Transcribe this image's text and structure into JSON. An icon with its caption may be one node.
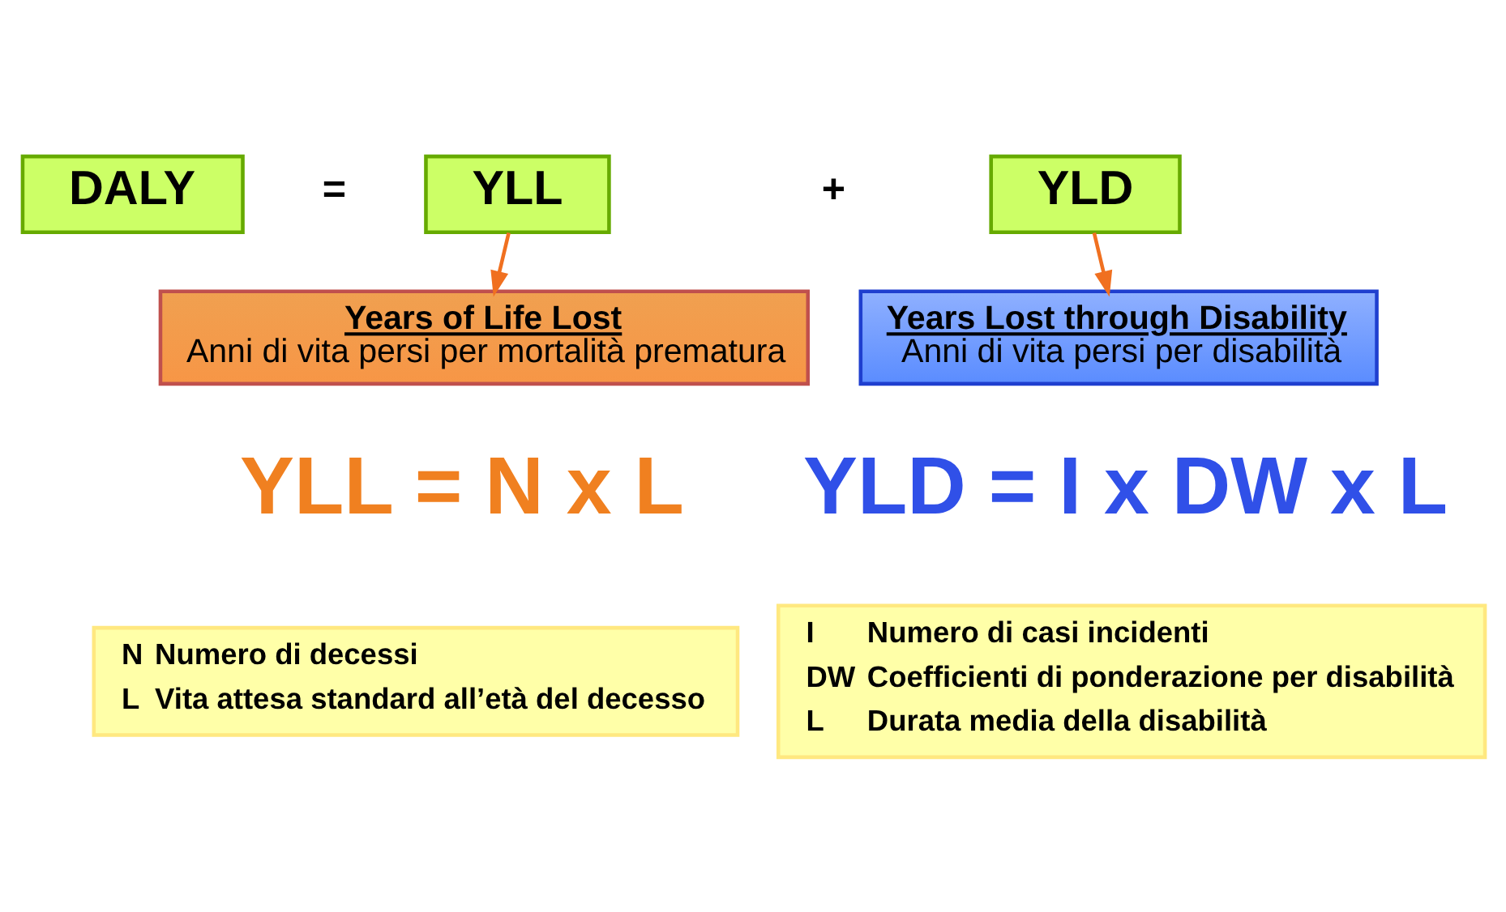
{
  "diagram": {
    "nodes": [
      {
        "text": [
          "DALY"
        ]
      },
      {
        "text": [
          "YLL"
        ]
      },
      {
        "text": [
          "YLD"
        ]
      },
      {
        "text": [
          "Years of Life Lost",
          "Anni di vita persi per mortalità prematura"
        ]
      },
      {
        "text": [
          "Years Lost through Disability",
          "Anni di vita persi per disabilità"
        ]
      },
      {
        "text": [
          "N",
          "Numero di decessi",
          "L",
          "Vita attesa standard all’età del decesso"
        ]
      },
      {
        "text": [
          "I",
          "Numero di casi incidenti",
          "DW",
          "Coefficienti di ponderazione per disabilità",
          "L",
          "Durata media della disabilità"
        ]
      }
    ],
    "edges": [
      {
        "from": 1,
        "to": 3,
        "arrow": "to"
      },
      {
        "from": 2,
        "to": 4,
        "arrow": "to"
      }
    ],
    "labels": [
      "=",
      "+",
      "YLL = N x L",
      "YLD = I x DW x L"
    ]
  }
}
